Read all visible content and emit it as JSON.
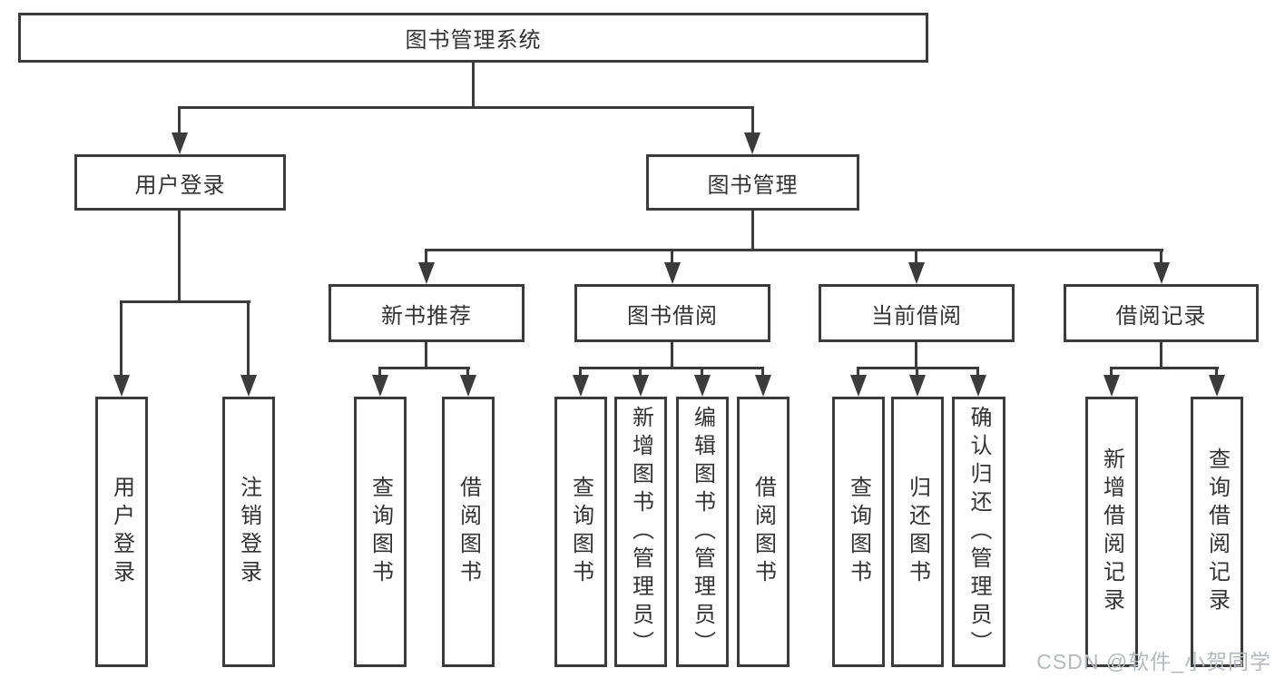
{
  "diagram": {
    "root": {
      "label": "图书管理系统"
    },
    "level2": [
      {
        "label": "用户登录"
      },
      {
        "label": "图书管理"
      }
    ],
    "level3": [
      {
        "label": "新书推荐"
      },
      {
        "label": "图书借阅"
      },
      {
        "label": "当前借阅"
      },
      {
        "label": "借阅记录"
      }
    ],
    "leaves": {
      "user_login": [
        "用户登录",
        "注销登录"
      ],
      "new_book_recommend": [
        "查询图书",
        "借阅图书"
      ],
      "book_borrow": [
        "查询图书",
        "新增图书（管理员）",
        "编辑图书（管理员）",
        "借阅图书"
      ],
      "current_borrow": [
        "查询图书",
        "归还图书",
        "确认归还（管理员）"
      ],
      "borrow_record": [
        "新增借阅记录",
        "查询借阅记录"
      ]
    },
    "watermark": "CSDN @软件_小贺同学",
    "colors": {
      "line": "#3b3b3b",
      "text": "#333333",
      "background": "#ffffff",
      "watermark": "#b3b9bf"
    }
  }
}
